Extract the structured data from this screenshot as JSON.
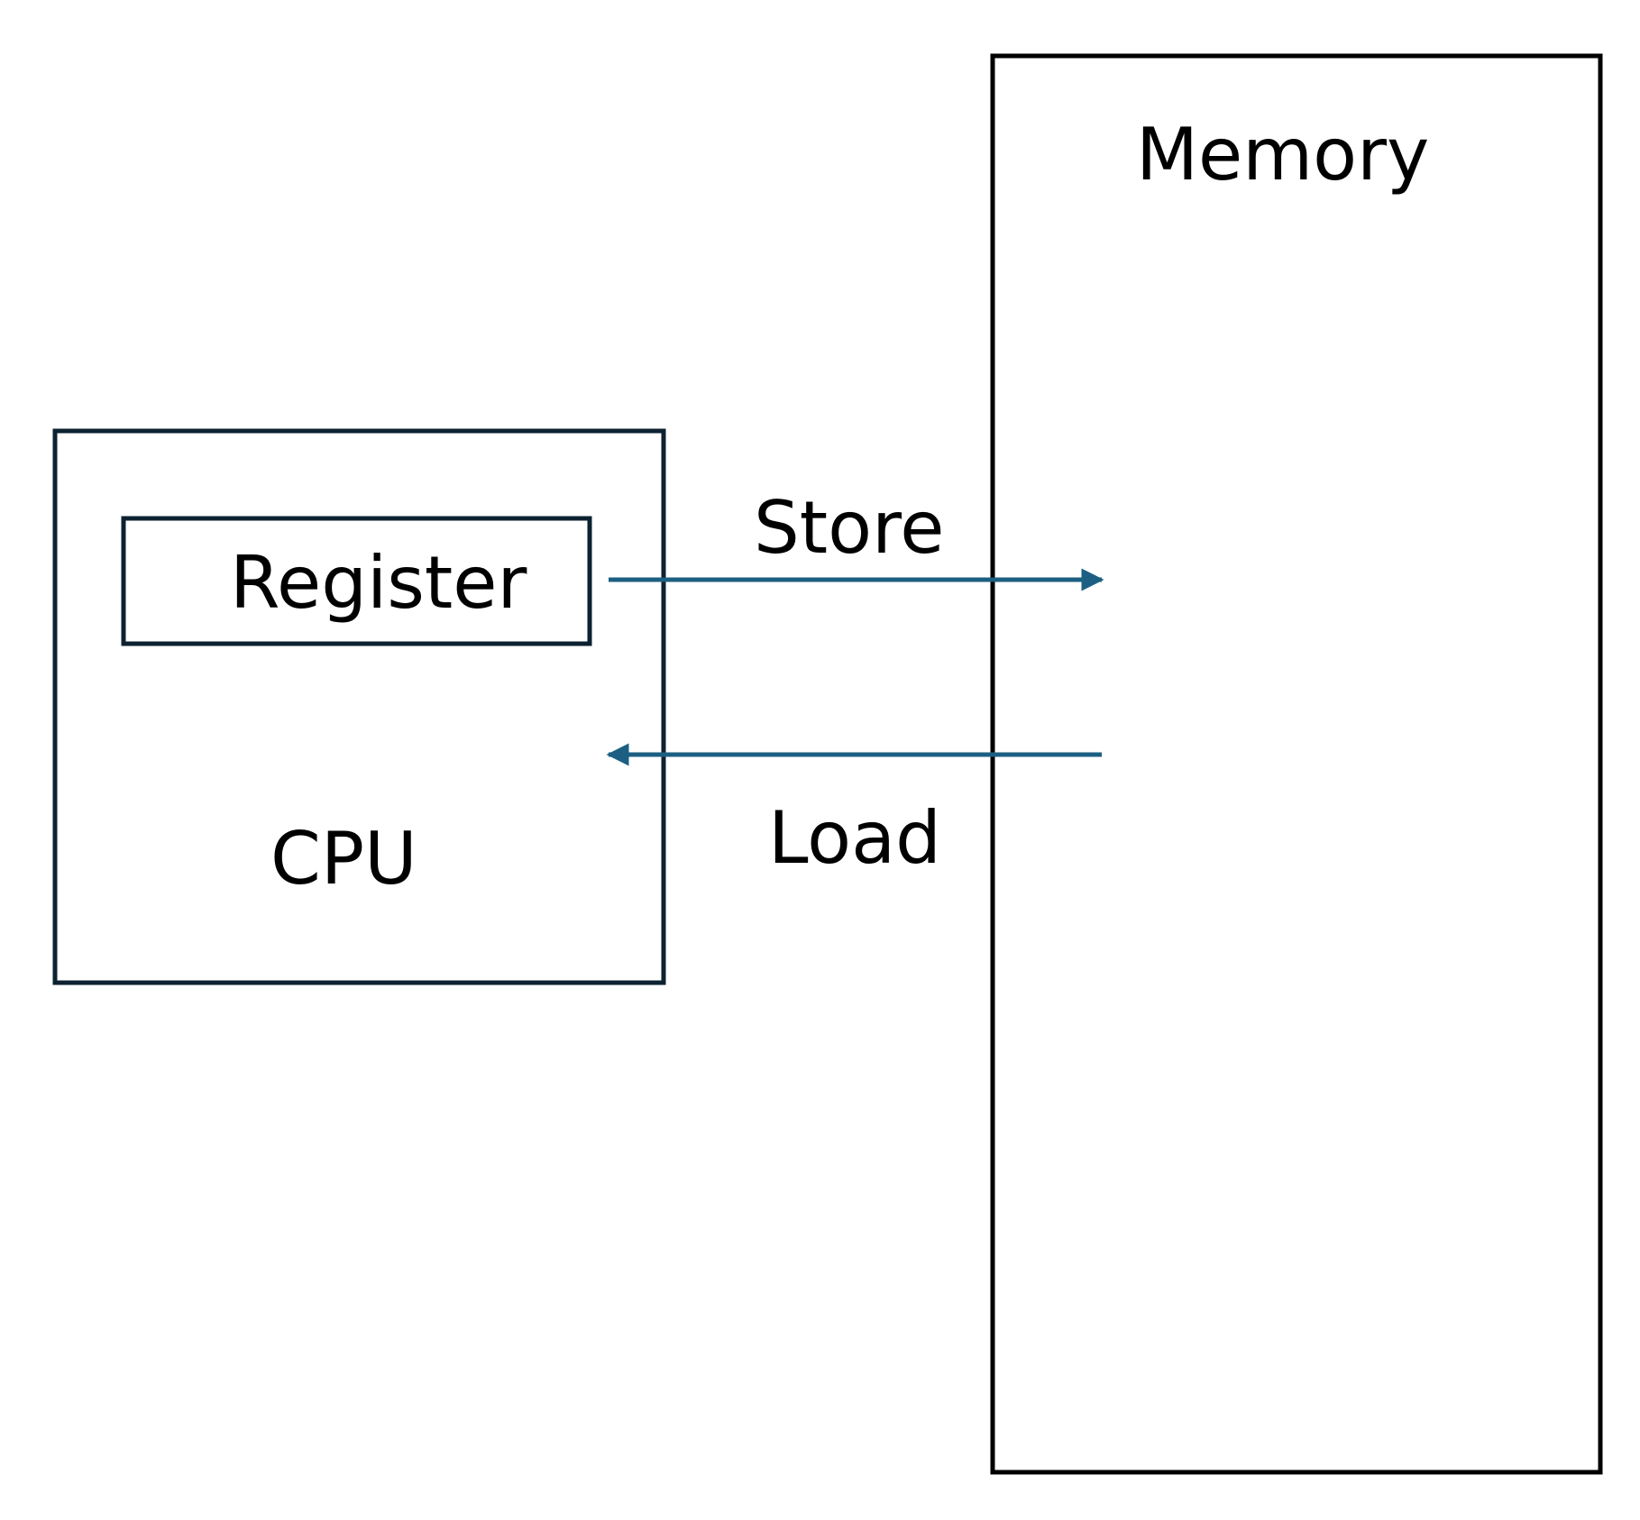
{
  "diagram": {
    "memory": {
      "label": "Memory"
    },
    "cpu": {
      "label": "CPU"
    },
    "register": {
      "label": "Register"
    },
    "arrows": {
      "store": {
        "label": "Store",
        "direction": "register-to-memory"
      },
      "load": {
        "label": "Load",
        "direction": "memory-to-register"
      }
    },
    "colors": {
      "box_stroke": "#0d2230",
      "memory_stroke": "#000000",
      "arrow": "#1c5f82",
      "text": "#000000"
    }
  }
}
